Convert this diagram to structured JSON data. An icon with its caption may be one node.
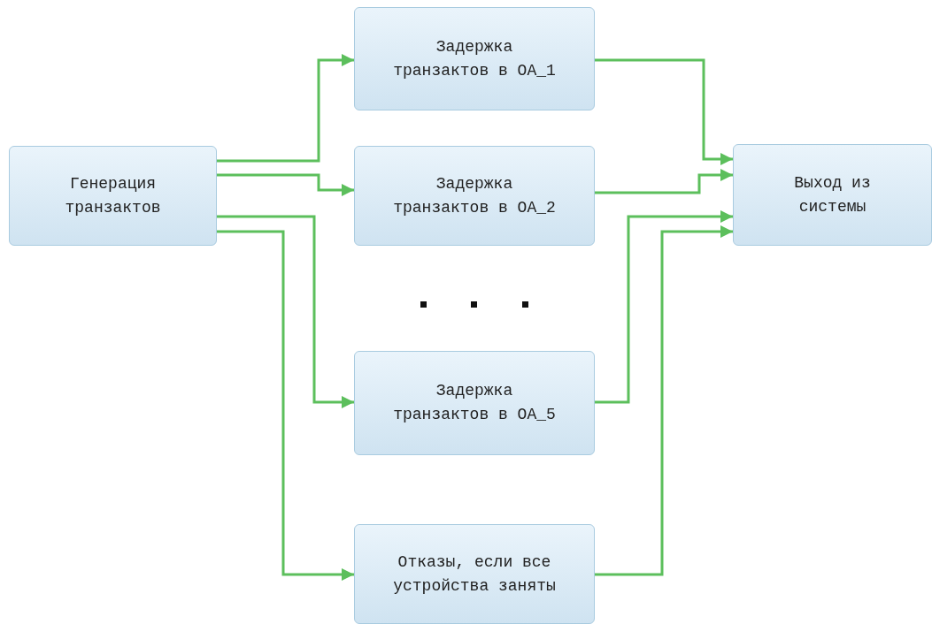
{
  "diagram": {
    "nodes": [
      {
        "text": [
          "Генерация транзактов"
        ]
      },
      {
        "text": [
          "Задержка транзактов в OA_1"
        ]
      },
      {
        "text": [
          "Задержка транзактов в OA_2"
        ]
      },
      {
        "text": [
          "Задержка транзактов в OA_5"
        ]
      },
      {
        "text": [
          "Отказы, если все устройства заняты"
        ]
      },
      {
        "text": [
          "Выход из системы"
        ]
      }
    ],
    "edges": [
      {
        "from": 0,
        "to": 1,
        "arrow": "to"
      },
      {
        "from": 0,
        "to": 2,
        "arrow": "to"
      },
      {
        "from": 0,
        "to": 3,
        "arrow": "to"
      },
      {
        "from": 0,
        "to": 4,
        "arrow": "to"
      },
      {
        "from": 1,
        "to": 5,
        "arrow": "to"
      },
      {
        "from": 2,
        "to": 5,
        "arrow": "to"
      },
      {
        "from": 3,
        "to": 5,
        "arrow": "to"
      },
      {
        "from": 4,
        "to": 5,
        "arrow": "to"
      }
    ]
  }
}
